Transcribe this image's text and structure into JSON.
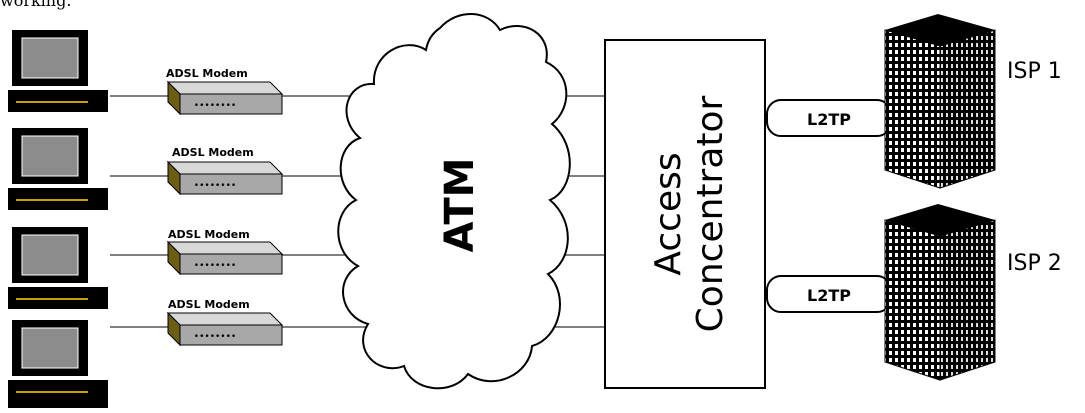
{
  "caption": "working.",
  "computers": [
    {
      "name": "computer-1"
    },
    {
      "name": "computer-2"
    },
    {
      "name": "computer-3"
    },
    {
      "name": "computer-4"
    }
  ],
  "modems": [
    {
      "label": "ADSL Modem"
    },
    {
      "label": "ADSL Modem"
    },
    {
      "label": "ADSL Modem"
    },
    {
      "label": "ADSL Modem"
    }
  ],
  "cloud": {
    "label": "ATM"
  },
  "concentrator": {
    "line1": "Access",
    "line2": "Concentrator"
  },
  "tunnels": [
    {
      "label": "L2TP"
    },
    {
      "label": "L2TP"
    }
  ],
  "isps": [
    {
      "label": "ISP 1"
    },
    {
      "label": "ISP 2"
    }
  ]
}
